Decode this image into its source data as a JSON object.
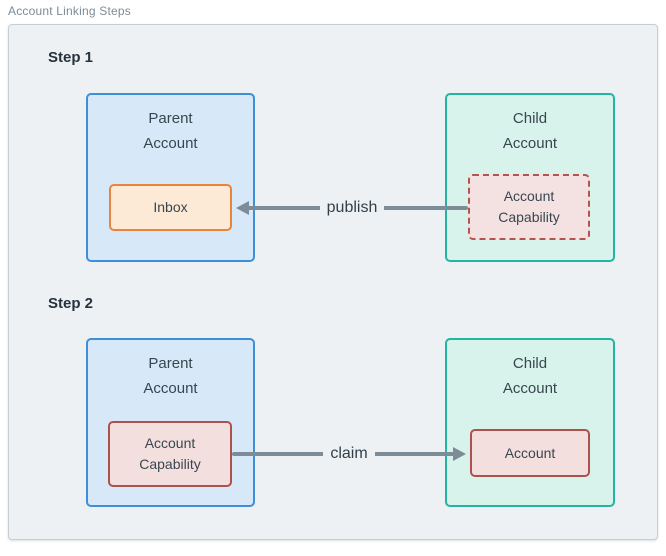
{
  "diagram_title": "Account Linking Steps",
  "steps": [
    {
      "label": "Step 1",
      "parent_account": {
        "title": "Parent\nAccount",
        "inner_box": "Inbox"
      },
      "child_account": {
        "title": "Child\nAccount",
        "inner_box": "Account\nCapability"
      },
      "arrow": {
        "label": "publish",
        "direction": "child-to-parent"
      }
    },
    {
      "label": "Step 2",
      "parent_account": {
        "title": "Parent\nAccount",
        "inner_box": "Account\nCapability"
      },
      "child_account": {
        "title": "Child\nAccount",
        "inner_box": "Account"
      },
      "arrow": {
        "label": "claim",
        "direction": "parent-to-child"
      }
    }
  ],
  "colors": {
    "canvas_background": "#eef1f4",
    "canvas_border": "#c5ced6",
    "title_text": "#7d8b96",
    "heading_text": "#26323e",
    "box_text": "#39464f",
    "parent_fill": "#d7e9f9",
    "parent_border": "#3d8fd8",
    "child_fill": "#d8f3ec",
    "child_border": "#23b5a0",
    "inbox_fill": "#fcead7",
    "inbox_border": "#e6853e",
    "capability_fill": "#f4dfdf",
    "capability_border": "#ad514c",
    "arrow": "#7e8c98"
  }
}
